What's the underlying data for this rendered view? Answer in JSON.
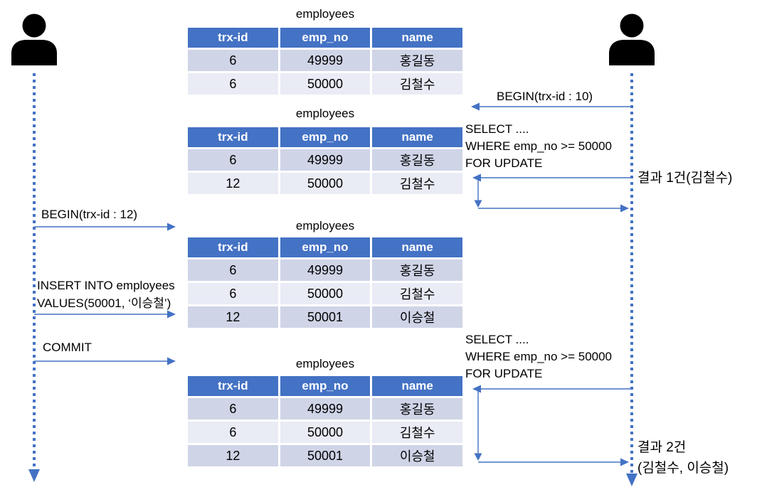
{
  "tables": [
    {
      "title": "employees",
      "columns": [
        "trx-id",
        "emp_no",
        "name"
      ],
      "rows": [
        [
          "6",
          "49999",
          "홍길동"
        ],
        [
          "6",
          "50000",
          "김철수"
        ]
      ]
    },
    {
      "title": "employees",
      "columns": [
        "trx-id",
        "emp_no",
        "name"
      ],
      "rows": [
        [
          "6",
          "49999",
          "홍길동"
        ],
        [
          "12",
          "50000",
          "김철수"
        ]
      ]
    },
    {
      "title": "employees",
      "columns": [
        "trx-id",
        "emp_no",
        "name"
      ],
      "rows": [
        [
          "6",
          "49999",
          "홍길동"
        ],
        [
          "6",
          "50000",
          "김철수"
        ],
        [
          "12",
          "50001",
          "이승철"
        ]
      ]
    },
    {
      "title": "employees",
      "columns": [
        "trx-id",
        "emp_no",
        "name"
      ],
      "rows": [
        [
          "6",
          "49999",
          "홍길동"
        ],
        [
          "6",
          "50000",
          "김철수"
        ],
        [
          "12",
          "50001",
          "이승철"
        ]
      ]
    }
  ],
  "messages": {
    "begin10": "BEGIN(trx-id : 10)",
    "select1": "SELECT ....\nWHERE emp_no >= 50000\nFOR UPDATE",
    "result1": "결과 1건(김철수)",
    "begin12": "BEGIN(trx-id : 12)",
    "insert": "INSERT INTO employees\nVALUES(50001, ‘이승철’)",
    "commit": "COMMIT",
    "select2": "SELECT ....\nWHERE emp_no >= 50000\nFOR UPDATE",
    "result2": "결과 2건\n(김철수, 이승철)"
  },
  "icons": {
    "left_actor": "person-icon",
    "right_actor": "person-icon"
  },
  "colors": {
    "table_header_bg": "#4472C4",
    "row_band_dark": "#CFD4E7",
    "row_band_light": "#E9EBF5",
    "arrow_blue": "#4472C4",
    "actor_black": "#000000"
  }
}
